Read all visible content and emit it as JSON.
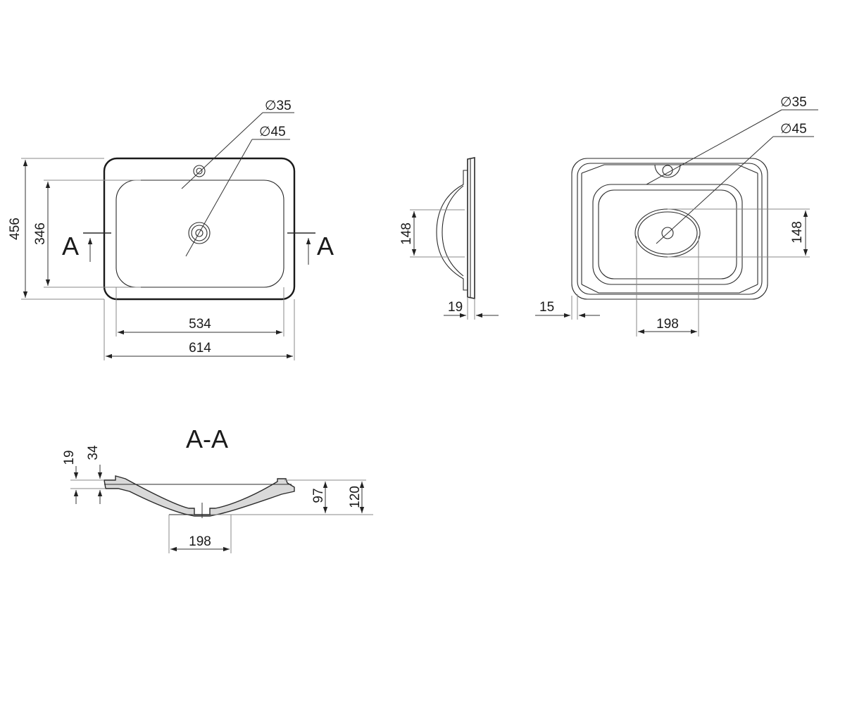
{
  "labels": {
    "top_view": {
      "overall_height": "456",
      "inner_height": "346",
      "inner_width": "534",
      "overall_width": "614",
      "tap_hole": "∅35",
      "drain_hole": "∅45",
      "section_mark_left": "A",
      "section_mark_right": "A"
    },
    "side_view": {
      "bowl_depth": "148",
      "rim_thickness": "19"
    },
    "bottom_view": {
      "tap_hole": "∅35",
      "drain_hole": "∅45",
      "oval_height": "148",
      "oval_width": "198",
      "rim_width": "15"
    },
    "section": {
      "title": "A-A",
      "rim_thickness": "19",
      "rim_height": "34",
      "bowl_depth": "97",
      "total_height": "120",
      "base_width": "198"
    }
  }
}
